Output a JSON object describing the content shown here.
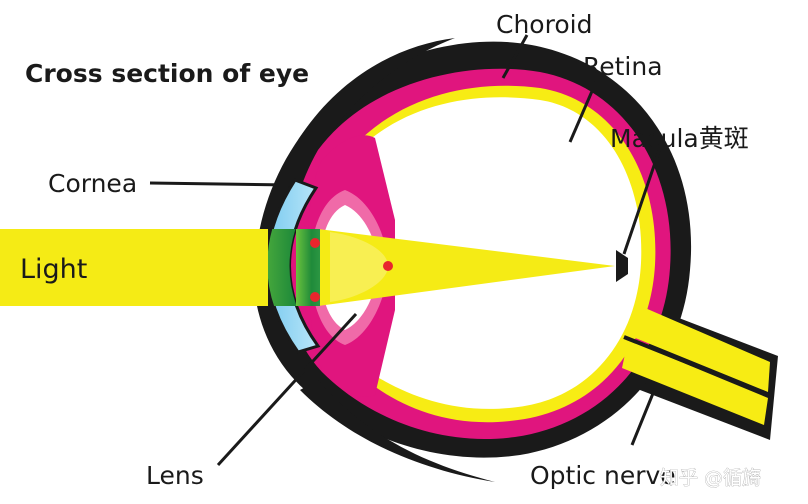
{
  "title": "Cross section of eye",
  "labels": {
    "choroid": "Choroid",
    "retina": "Retina",
    "macula": "Macula黄斑",
    "cornea": "Cornea",
    "light": "Light",
    "lens": "Lens",
    "optic_nerve": "Optic nerve"
  },
  "watermark": "知乎 @循旖",
  "colors": {
    "outer_layer": "#1a1a1a",
    "choroid_layer": "#e0157e",
    "retina_layer": "#f7ec14",
    "light_beam": "#f5eb15",
    "cornea_fill": "#8fd3f2",
    "vitreous": "#ffffff",
    "lens_tissue": "#f06aa8",
    "iris_spot": "#e8262d"
  },
  "icons": {
    "eye_diagram": "eye-cross-section-icon"
  }
}
